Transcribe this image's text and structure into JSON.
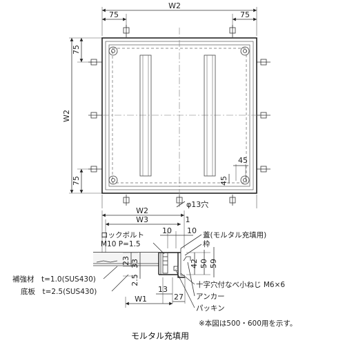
{
  "plan": {
    "dim_top_left": "75",
    "dim_top_total": "W2",
    "dim_top_right": "75",
    "dim_left_top": "75",
    "dim_left_total": "W2",
    "dim_left_bottom": "75",
    "dim_inner_45_a": "45",
    "dim_inner_45_b": "45",
    "dim_bottom_w2": "W2",
    "hole_label": "φ13穴"
  },
  "section": {
    "dim_w2": "W2",
    "dim_w3": "W3",
    "dim_1": "1",
    "dim_10_a": "10",
    "dim_10_b": "10",
    "dim_23": "23",
    "dim_33": "33",
    "dim_2_5": "2.5",
    "dim_42": "42",
    "dim_50": "50",
    "dim_59": "59",
    "dim_13": "13",
    "dim_27": "27",
    "dim_w1": "W1",
    "lock_bolt": "ロックボルト",
    "lock_bolt_spec": "M10 P=1.5",
    "lid": "蓋(モルタル充填用)",
    "frame": "枠",
    "reinforcement": "補強材　t=1.0(SUS430)",
    "base_plate": "底板　t=2.5(SUS430)",
    "screw": "十字穴付なべ小ねじ M6×6",
    "anchor": "アンカー",
    "packing": "パッキン",
    "note": "※本図は500・600用を示す。",
    "caption": "モルタル充填用"
  }
}
